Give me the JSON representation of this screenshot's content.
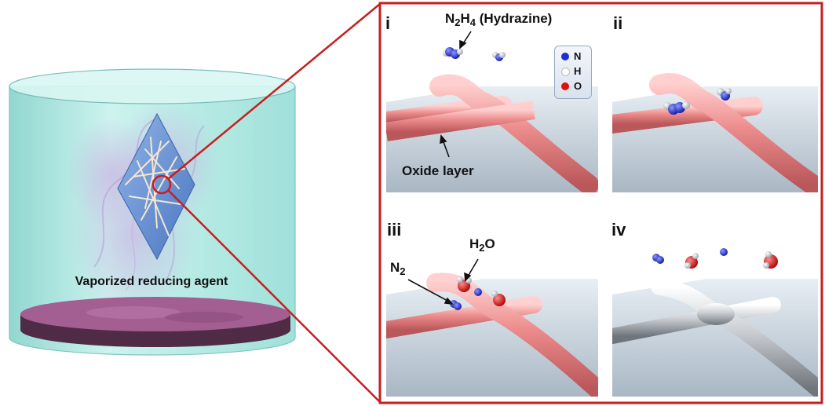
{
  "labels": {
    "reducing_agent": "Vaporized reducing agent",
    "hydrazine_pre": "N",
    "hydrazine_sub1": "2",
    "hydrazine_mid": "H",
    "hydrazine_sub2": "4",
    "hydrazine_post": " (Hydrazine)",
    "oxide_layer": "Oxide layer",
    "water_pre": "H",
    "water_sub": "2",
    "water_post": "O",
    "nitrogen_pre": "N",
    "nitrogen_sub": "2"
  },
  "panels": [
    {
      "label": "i"
    },
    {
      "label": "ii"
    },
    {
      "label": "iii"
    },
    {
      "label": "iv"
    }
  ],
  "legend": [
    {
      "label": "N",
      "color": "#1f2fd6"
    },
    {
      "label": "H",
      "color": "#ffffff"
    },
    {
      "label": "O",
      "color": "#e01010"
    }
  ],
  "colors": {
    "frame": "#c81e1e",
    "oxide": "#e8787a",
    "metal": "#b9bcc1",
    "cylinder": "#9fe3dc",
    "substrate": "#9c5a8c"
  }
}
